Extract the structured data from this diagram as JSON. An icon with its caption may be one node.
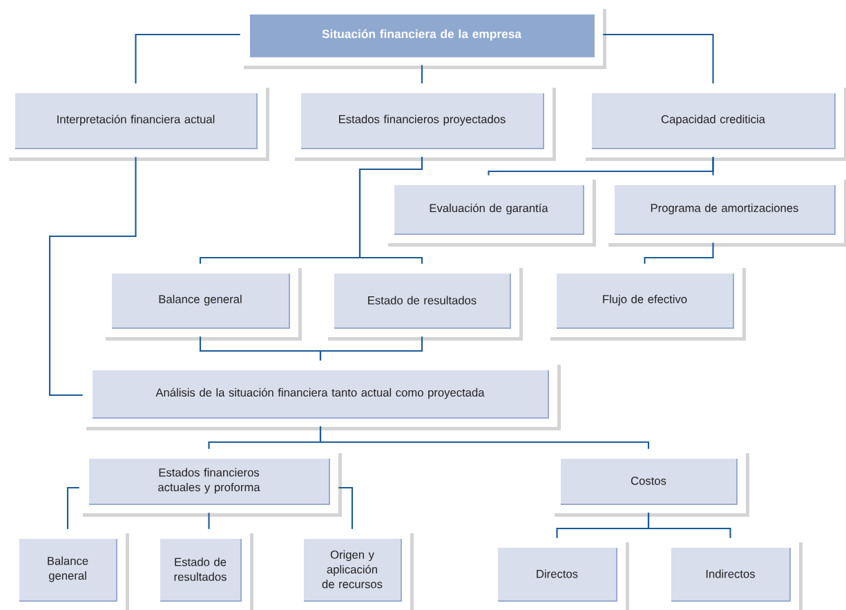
{
  "diagram": {
    "nodes": [
      {
        "text": [
          "Situación financiera de la empresa"
        ]
      },
      {
        "text": [
          "Interpretación financiera actual"
        ]
      },
      {
        "text": [
          "Estados financieros proyectados"
        ]
      },
      {
        "text": [
          "Capacidad crediticia"
        ]
      },
      {
        "text": [
          "Evaluación de garantía"
        ]
      },
      {
        "text": [
          "Programa de amortizaciones"
        ]
      },
      {
        "text": [
          "Balance general"
        ]
      },
      {
        "text": [
          "Estado de resultados"
        ]
      },
      {
        "text": [
          "Flujo de efectivo"
        ]
      },
      {
        "text": [
          "Análisis de la situación financiera tanto actual como proyectada"
        ]
      },
      {
        "text": [
          "Estados financieros actuales y proforma"
        ]
      },
      {
        "text": [
          "Costos"
        ]
      },
      {
        "text": [
          "Balance general"
        ]
      },
      {
        "text": [
          "Estado de resultados"
        ]
      },
      {
        "text": [
          "Origen y aplicación de recursos"
        ]
      },
      {
        "text": [
          "Directos"
        ]
      },
      {
        "text": [
          "Indirectos"
        ]
      }
    ],
    "edges": [
      {
        "from": 0,
        "to": 1,
        "arrow": "none"
      },
      {
        "from": 0,
        "to": 2,
        "arrow": "none"
      },
      {
        "from": 0,
        "to": 3,
        "arrow": "none"
      },
      {
        "from": 3,
        "to": 4,
        "arrow": "none"
      },
      {
        "from": 3,
        "to": 5,
        "arrow": "none"
      },
      {
        "from": 2,
        "to": 6,
        "arrow": "none"
      },
      {
        "from": 2,
        "to": 7,
        "arrow": "none"
      },
      {
        "from": 5,
        "to": 8,
        "arrow": "none"
      },
      {
        "from": 1,
        "to": 9,
        "arrow": "none"
      },
      {
        "from": 6,
        "to": 9,
        "arrow": "none"
      },
      {
        "from": 7,
        "to": 9,
        "arrow": "none"
      },
      {
        "from": 9,
        "to": 10,
        "arrow": "none"
      },
      {
        "from": 9,
        "to": 11,
        "arrow": "none"
      },
      {
        "from": 10,
        "to": 12,
        "arrow": "none"
      },
      {
        "from": 10,
        "to": 13,
        "arrow": "none"
      },
      {
        "from": 10,
        "to": 14,
        "arrow": "none"
      },
      {
        "from": 11,
        "to": 15,
        "arrow": "none"
      },
      {
        "from": 11,
        "to": 16,
        "arrow": "none"
      }
    ]
  }
}
